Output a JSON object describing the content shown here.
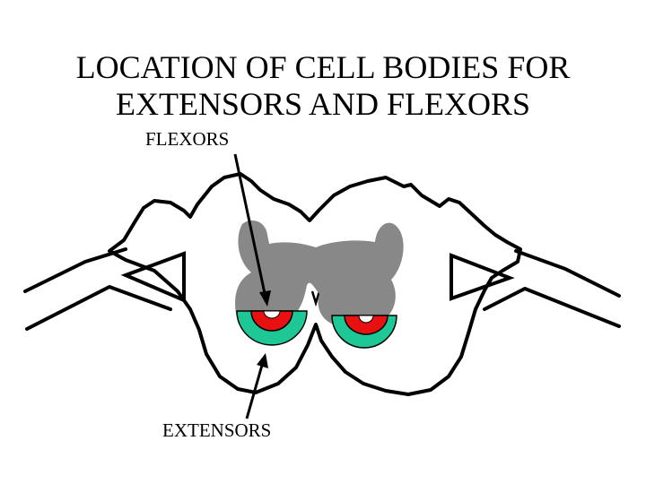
{
  "title": {
    "line1": "LOCATION OF CELL BODIES FOR",
    "line2": "EXTENSORS AND FLEXORS"
  },
  "labels": {
    "flexors": "FLEXORS",
    "extensors": "EXTENSORS"
  },
  "colors": {
    "background": "#ffffff",
    "outline": "#000000",
    "gray_matter": "#888888",
    "flexor_region": "#e81010",
    "extensor_region": "#1ec896"
  }
}
